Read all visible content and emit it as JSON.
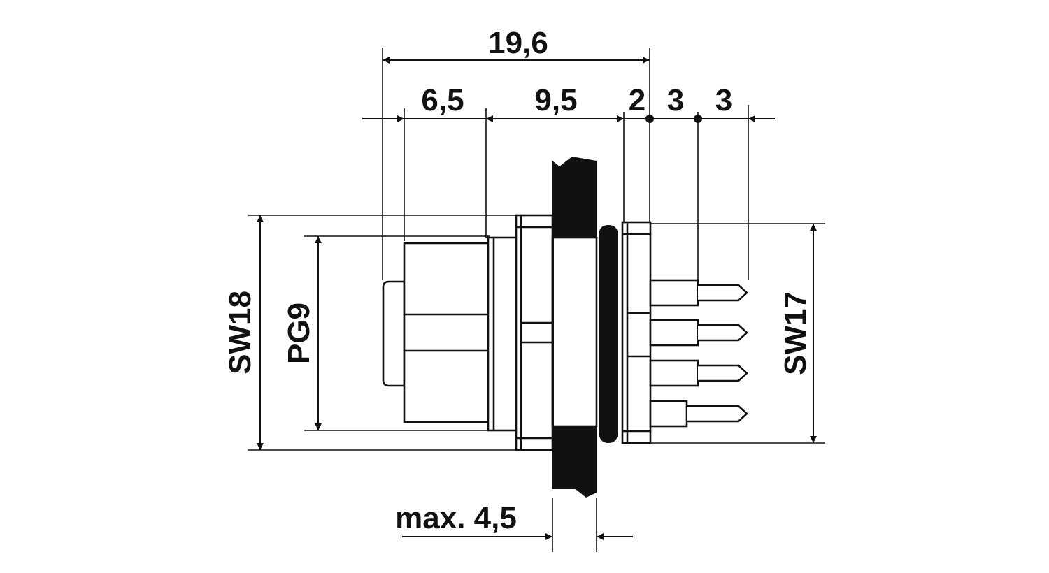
{
  "dimensions": {
    "overall_length": "19,6",
    "front_length": "6,5",
    "mid_length": "9,5",
    "seg_a": "2",
    "seg_b": "3",
    "seg_c": "3",
    "wall_max": "max. 4,5",
    "hex_front": "SW18",
    "thread": "PG9",
    "hex_rear": "SW17"
  },
  "colors": {
    "ink": "#111111",
    "background": "#ffffff"
  }
}
